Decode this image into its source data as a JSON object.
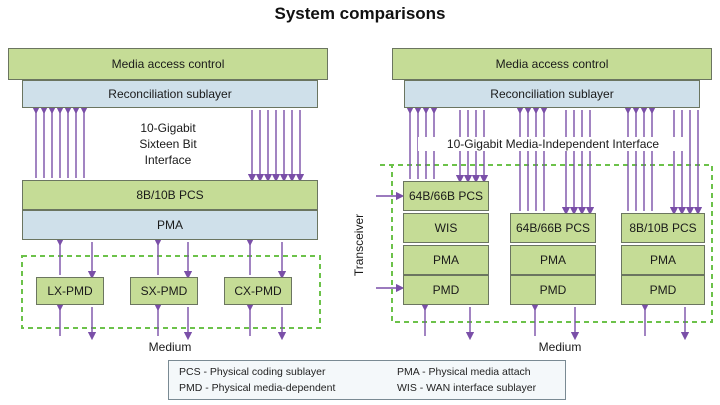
{
  "title": "System comparisons",
  "left": {
    "mac": "Media access control",
    "reconciliation": "Reconciliation sublayer",
    "interface_lines": [
      "10-Gigabit",
      "Sixteen Bit",
      "Interface"
    ],
    "pcs": "8B/10B PCS",
    "pma": "PMA",
    "pmds": [
      "LX-PMD",
      "SX-PMD",
      "CX-PMD"
    ],
    "medium": "Medium"
  },
  "right": {
    "mac": "Media access control",
    "reconciliation": "Reconciliation sublayer",
    "interface": "10-Gigabit Media-Independent Interface",
    "col1": [
      "64B/66B PCS",
      "WIS",
      "PMA",
      "PMD"
    ],
    "col2": [
      "64B/66B PCS",
      "PMA",
      "PMD"
    ],
    "col3": [
      "8B/10B PCS",
      "PMA",
      "PMD"
    ],
    "medium": "Medium"
  },
  "transceiver": "Transceiver",
  "legend": {
    "pcs": "PCS - Physical coding sublayer",
    "pmd": "PMD - Physical media-dependent",
    "pma": "PMA - Physical media attach",
    "wis": "WIS - WAN interface sublayer"
  },
  "colors": {
    "green_box": "#c5dc96",
    "blue_box": "#cfe0ea",
    "arrow": "#7a4fa8",
    "dashed_border": "#6cc24a"
  }
}
